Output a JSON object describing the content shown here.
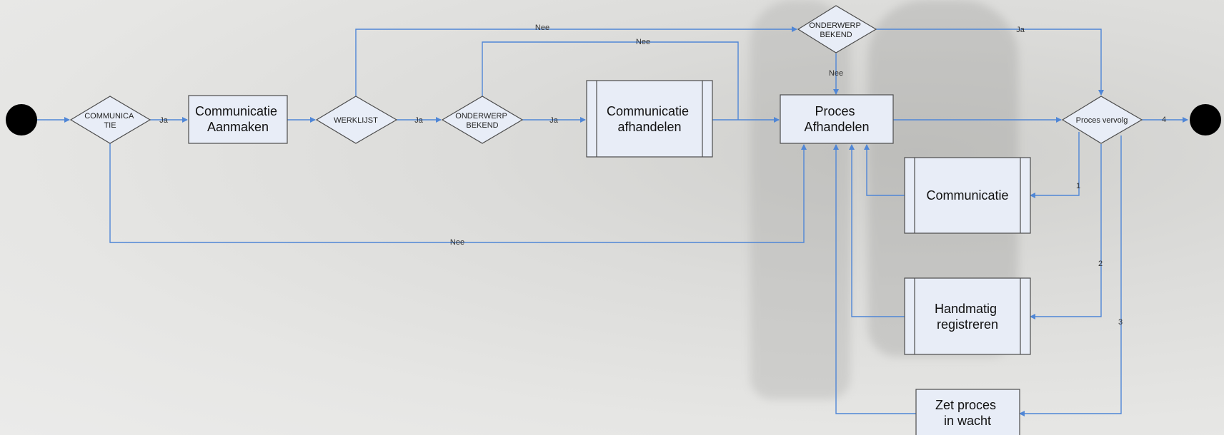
{
  "nodes": {
    "start": {
      "label": ""
    },
    "end": {
      "label": ""
    },
    "d_communicatie": {
      "lines": [
        "COMMUNICA",
        "TIE"
      ]
    },
    "p_aanmaken": {
      "lines": [
        "Communicatie",
        "Aanmaken"
      ]
    },
    "d_werklijst": {
      "lines": [
        "WERKLIJST"
      ]
    },
    "d_onderwerp1": {
      "lines": [
        "ONDERWERP",
        "BEKEND"
      ]
    },
    "p_afhandelen": {
      "lines": [
        "Communicatie",
        "afhandelen"
      ]
    },
    "d_onderwerp2": {
      "lines": [
        "ONDERWERP",
        "BEKEND"
      ]
    },
    "p_proces": {
      "lines": [
        "Proces",
        "Afhandelen"
      ]
    },
    "d_vervolg": {
      "lines": [
        "Proces vervolg"
      ]
    },
    "p_communicatie": {
      "lines": [
        "Communicatie"
      ]
    },
    "p_handmatig": {
      "lines": [
        "Handmatig",
        "registreren"
      ]
    },
    "p_wacht": {
      "lines": [
        "Zet proces",
        "in wacht"
      ]
    }
  },
  "edge_labels": {
    "ja1": "Ja",
    "ja2": "Ja",
    "ja3": "Ja",
    "ja4": "Ja",
    "nee_top1": "Nee",
    "nee_top2": "Nee",
    "nee_down": "Nee",
    "nee_bottom": "Nee",
    "opt1": "1",
    "opt2": "2",
    "opt3": "3",
    "opt4": "4"
  },
  "colors": {
    "edge": "#4f86d6",
    "node_fill": "#e8edf7",
    "node_stroke": "#4d4d4d",
    "terminal": "#000000"
  }
}
